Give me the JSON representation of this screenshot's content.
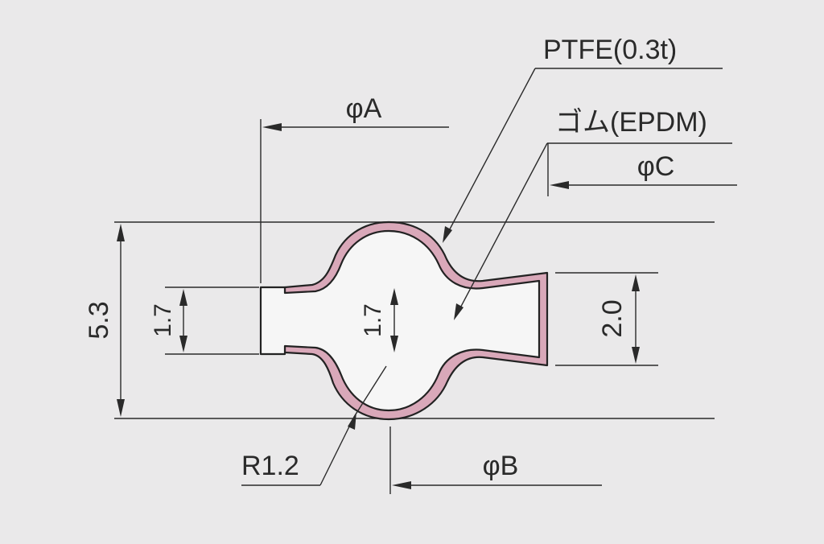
{
  "labels": {
    "ptfe": "PTFE(0.3t)",
    "rubber": "ゴム(EPDM)",
    "phi_a": "φA",
    "phi_b": "φB",
    "phi_c": "φC",
    "radius": "R1.2",
    "height_total": "5.3",
    "throat_left": "1.7",
    "throat_center": "1.7",
    "flange_right": "2.0"
  },
  "colors": {
    "ptfe_layer": "#d9a8b9",
    "rubber_core": "#f6f6f6",
    "line": "#2a2a2a",
    "background": "#eae9ea"
  }
}
